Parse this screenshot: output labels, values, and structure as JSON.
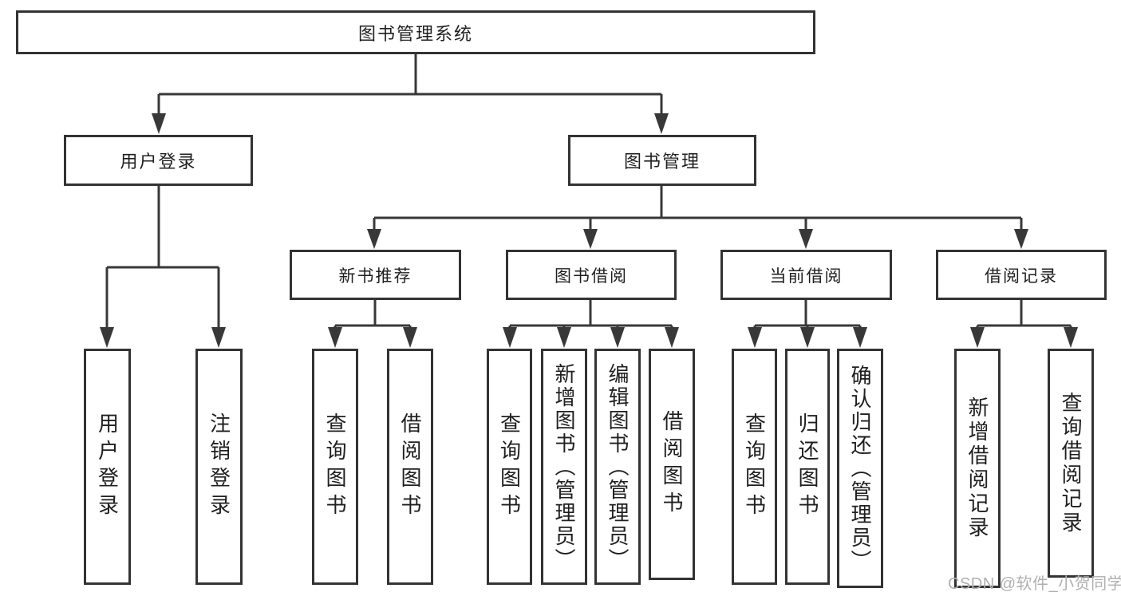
{
  "diagram": {
    "title": "图书管理系统",
    "level2": [
      "用户登录",
      "图书管理"
    ],
    "level3": [
      "新书推荐",
      "图书借阅",
      "当前借阅",
      "借阅记录"
    ],
    "leaves": {
      "user_login": [
        "用户登录",
        "注销登录"
      ],
      "new_book": [
        "查询图书",
        "借阅图书"
      ],
      "book_borrow": [
        "查询图书",
        "新增图书（管理员）",
        "编辑图书（管理员）",
        "借阅图书"
      ],
      "current_borrow": [
        "查询图书",
        "归还图书",
        "确认归还（管理员）"
      ],
      "borrow_records": [
        "新增借阅记录",
        "查询借阅记录"
      ]
    }
  },
  "watermark": {
    "text": "CSDN @软件_小贺同学"
  },
  "colors": {
    "line": "#383838",
    "box_border": "#333333",
    "box_fill": "#ffffff",
    "text": "#1f1f1f",
    "watermark": "#b0b0b0",
    "background": "#ffffff"
  }
}
